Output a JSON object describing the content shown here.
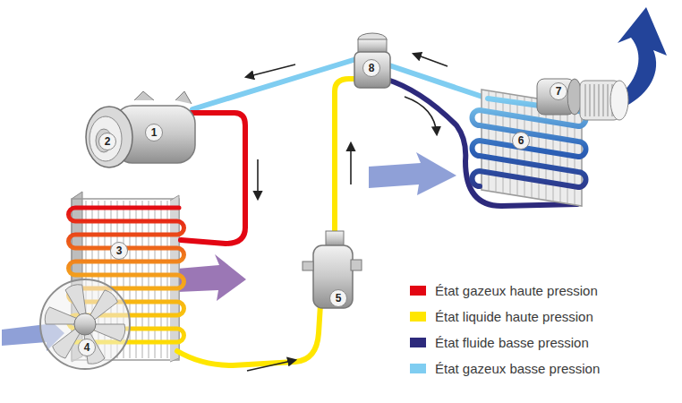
{
  "diagram": {
    "labels": [
      "1",
      "2",
      "3",
      "4",
      "5",
      "6",
      "7",
      "8"
    ],
    "legend": [
      {
        "text": "État gazeux haute pression",
        "color": "#e30613"
      },
      {
        "text": "État liquide haute pression",
        "color": "#ffe600"
      },
      {
        "text": "État fluide basse pression",
        "color": "#2d2a7c"
      },
      {
        "text": "État gazeux basse pression",
        "color": "#7fcdf1"
      }
    ]
  }
}
